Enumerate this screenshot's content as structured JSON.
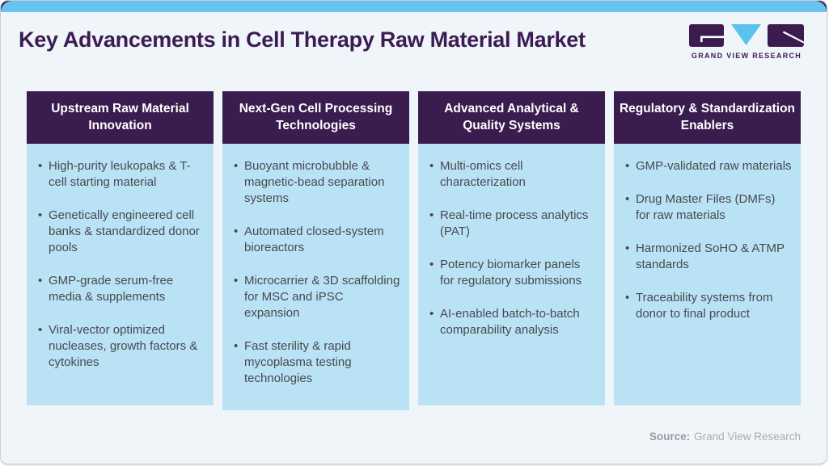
{
  "page": {
    "title": "Key Advancements in Cell Therapy Raw Material Market",
    "source_label": "Source:",
    "source_value": "Grand View Research"
  },
  "logo": {
    "wordmark": "GRAND VIEW RESEARCH"
  },
  "colors": {
    "accent_blue": "#68c3ee",
    "deep_purple": "#3a1c4f",
    "panel_blue": "#b9e3f4",
    "card_bg": "#eff5f9",
    "body_text": "#48484f",
    "source_gray": "#a9adb3"
  },
  "columns": [
    {
      "header": "Upstream Raw Material Innovation",
      "items": [
        "High-purity leukopaks & T-cell starting material",
        "Genetically engineered cell banks & standardized donor pools",
        "GMP-grade serum-free media & supplements",
        "Viral-vector optimized nucleases, growth factors & cytokines"
      ]
    },
    {
      "header": "Next-Gen Cell Processing Technologies",
      "items": [
        "Buoyant microbubble & magnetic-bead separation systems",
        "Automated closed-system bioreactors",
        "Microcarrier & 3D scaffolding for MSC and iPSC expansion",
        "Fast sterility & rapid mycoplasma testing technologies"
      ]
    },
    {
      "header": "Advanced Analytical & Quality Systems",
      "items": [
        "Multi-omics cell characterization",
        "Real-time process analytics (PAT)",
        "Potency biomarker panels for regulatory submissions",
        "AI-enabled batch-to-batch comparability analysis"
      ]
    },
    {
      "header": "Regulatory & Standardization Enablers",
      "items": [
        "GMP-validated raw materials",
        "Drug Master Files (DMFs) for raw materials",
        "Harmonized SoHO & ATMP standards",
        "Traceability systems from donor to final product"
      ]
    }
  ]
}
